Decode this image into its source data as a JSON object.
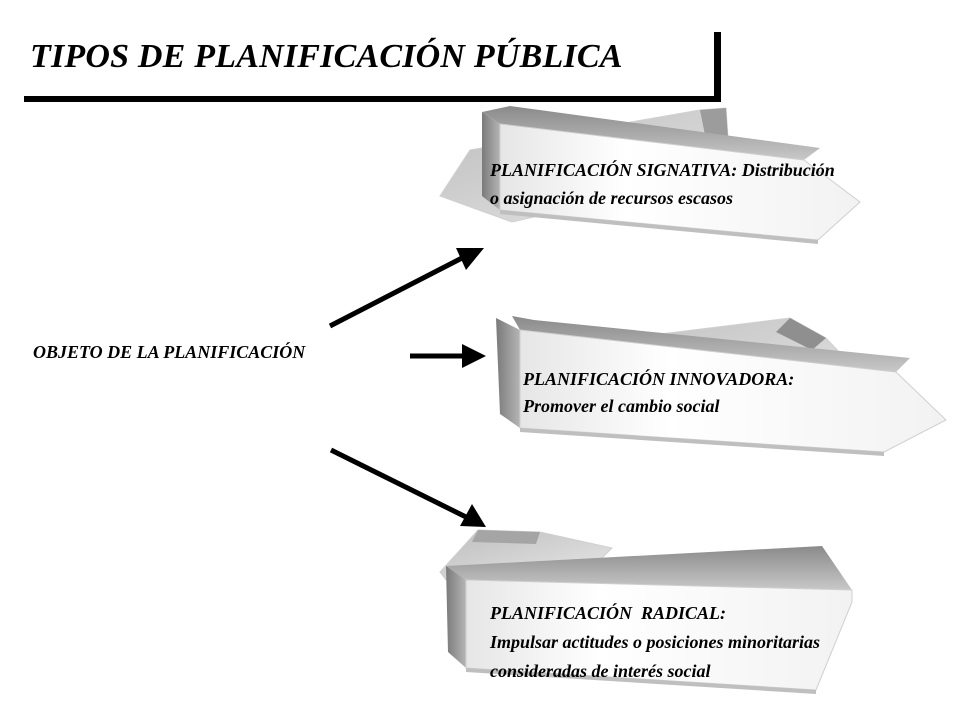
{
  "title": "TIPOS DE PLANIFICACIÓN PÚBLICA",
  "source_label": "OBJETO DE LA PLANIFICACIÓN",
  "boxes": [
    {
      "heading": "PLANIFICACIÓN SIGNATIVA:",
      "body_inline": " Distribución",
      "line2": "o asignación de recursos escasos"
    },
    {
      "heading": "PLANIFICACIÓN INNOVADORA:",
      "line2": "Promover el cambio social"
    },
    {
      "heading": "PLANIFICACIÓN  RADICAL:",
      "line2": "Impulsar actitudes o posiciones minoritarias",
      "line3": "consideradas de interés social"
    }
  ],
  "colors": {
    "text": "#000000",
    "arrow": "#000000",
    "arrow_shape_face": "#f4f4f4",
    "arrow_shape_side": "#a8a8a8"
  }
}
